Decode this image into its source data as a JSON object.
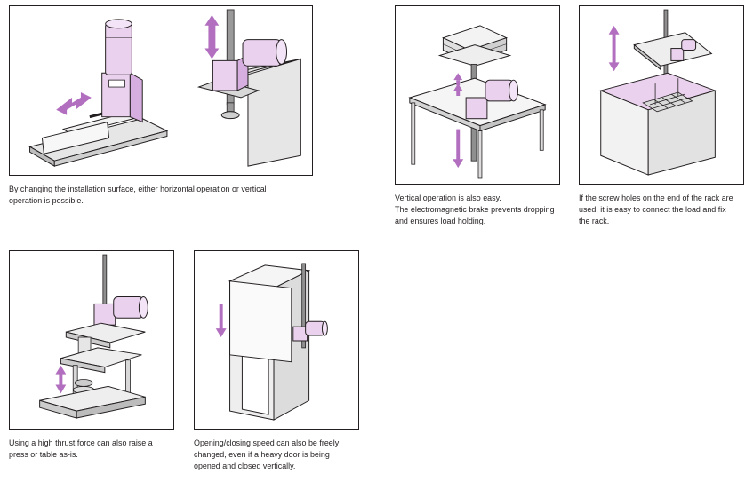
{
  "colors": {
    "accent": "#b26fbf",
    "accent_light": "#ead1ee",
    "line": "#231f20",
    "fill": "#e6e6e6",
    "fill_dark": "#bdbdbd"
  },
  "captions": {
    "horizontal_vertical": [
      "By changing the installation surface, either horizontal operation or vertical",
      "operation is possible."
    ],
    "vertical_brake": [
      "Vertical operation is also easy.",
      "The electromagnetic brake prevents dropping",
      "and ensures load holding."
    ],
    "screw_holes": [
      "If the screw holes on the end of the rack are",
      "used, it is easy to connect the load and fix",
      "the rack."
    ],
    "press_table": [
      "Using a high thrust force can also raise a",
      "press or table as-is."
    ],
    "door": [
      "Opening/closing speed can also be freely",
      "changed, even if a heavy door is being",
      "opened and closed vertically."
    ]
  }
}
